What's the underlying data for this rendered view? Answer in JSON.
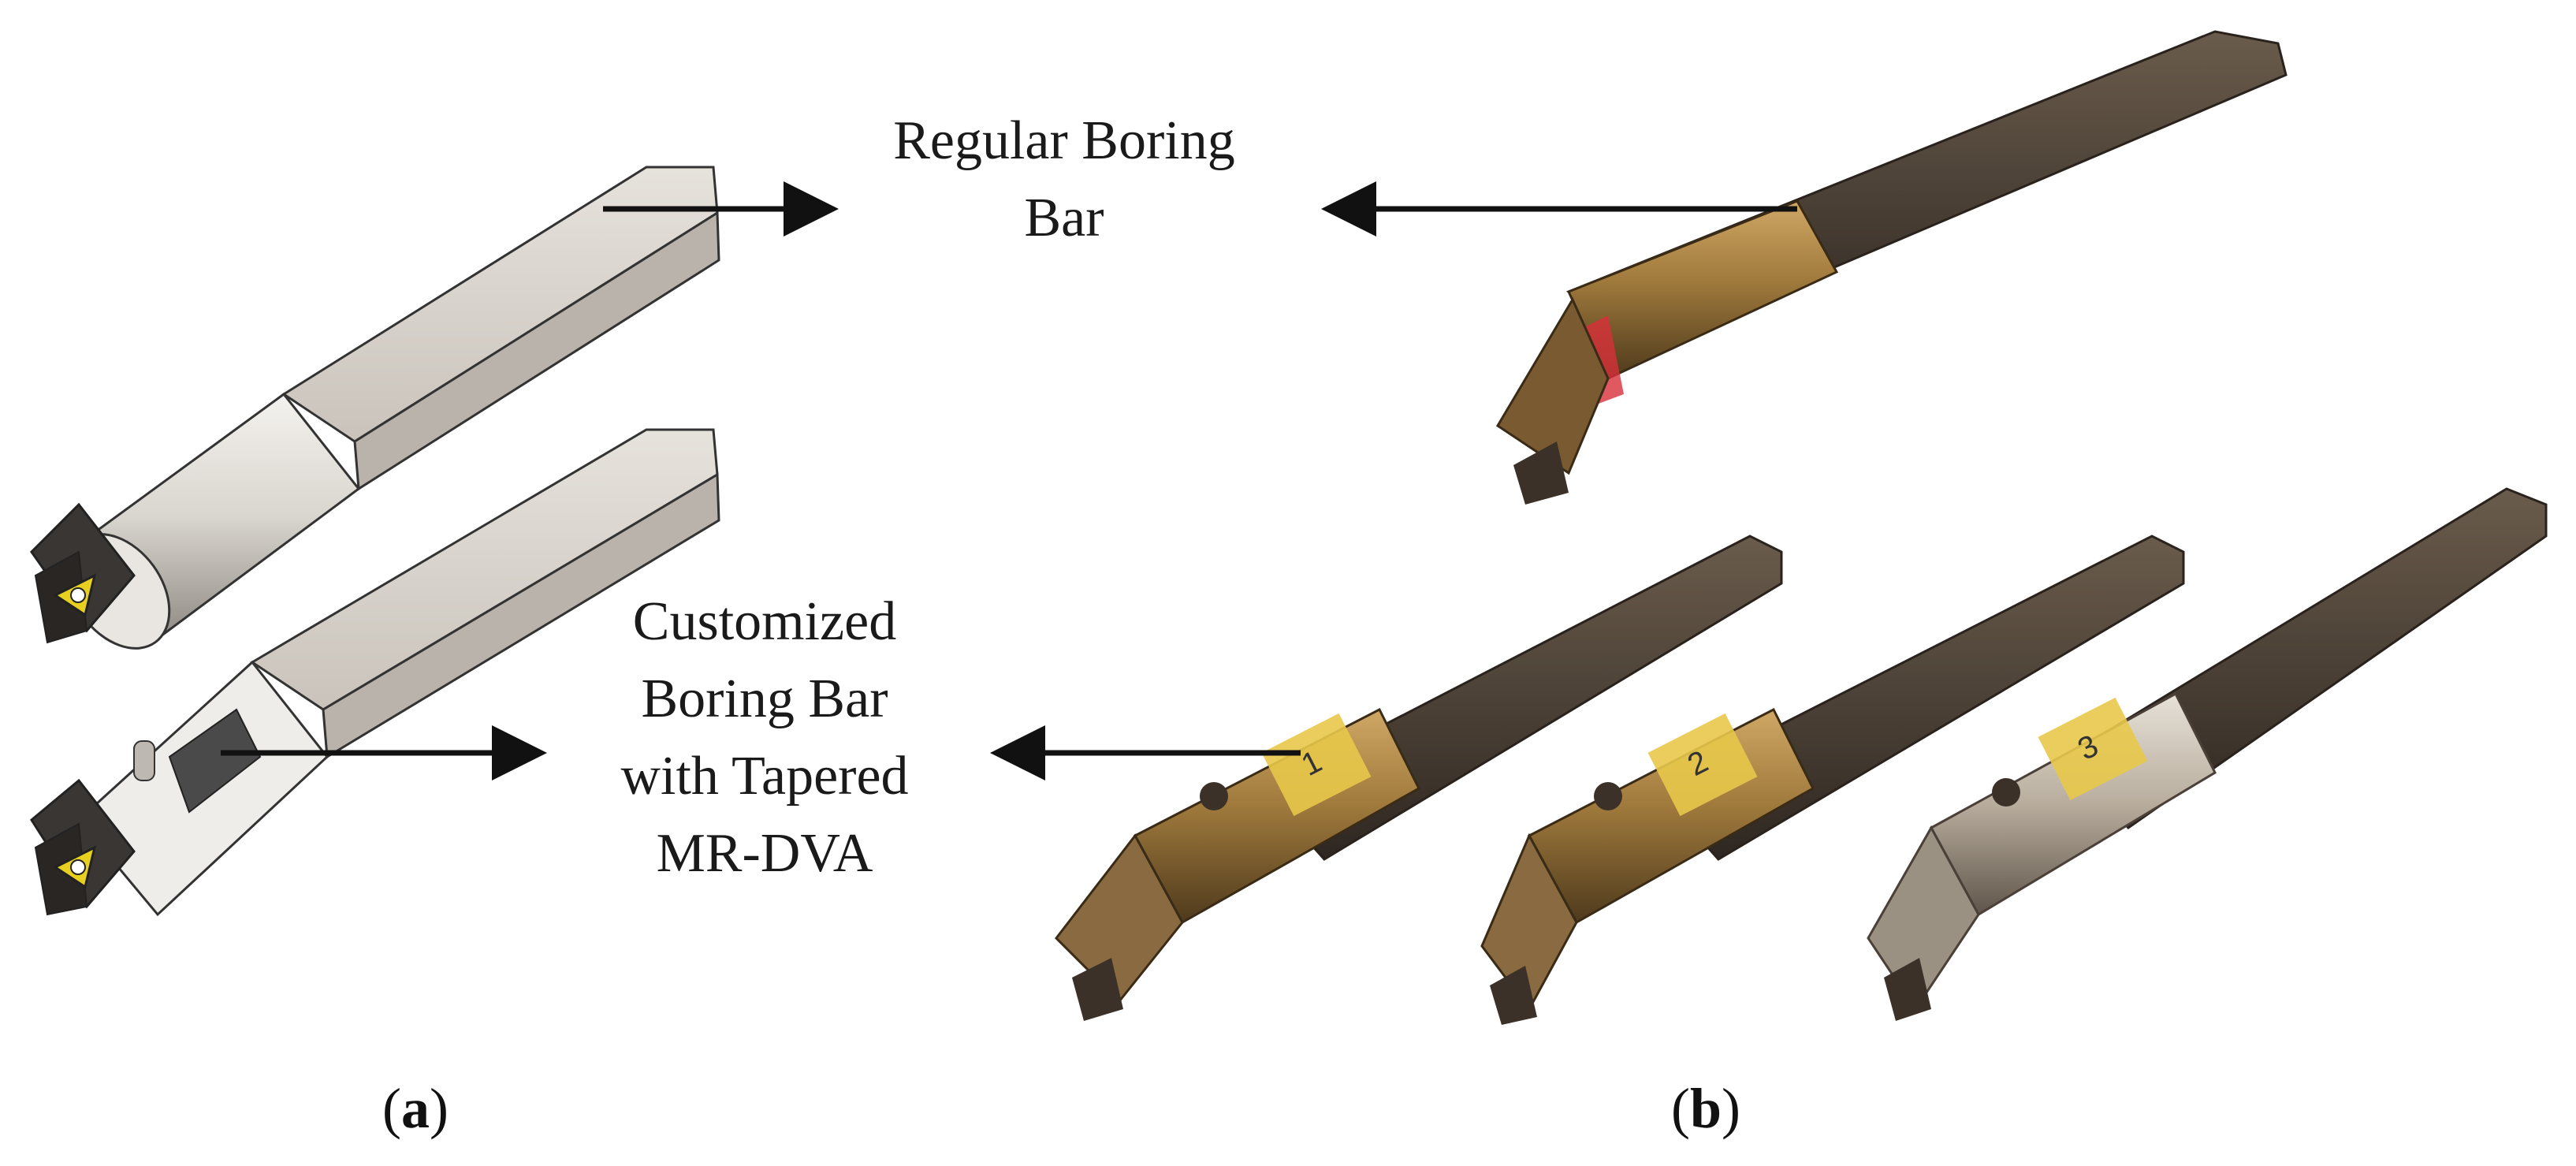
{
  "labels": {
    "regular": [
      "Regular Boring",
      "Bar"
    ],
    "customized": [
      "Customized",
      "Boring Bar",
      "with Tapered",
      "MR-DVA"
    ]
  },
  "panels": {
    "a": {
      "open": "(",
      "letter": "a",
      "close": ")"
    },
    "b": {
      "open": "(",
      "letter": "b",
      "close": ")"
    }
  },
  "photo_markings": [
    "1",
    "2",
    "3"
  ],
  "colors": {
    "arrow": "#111111",
    "cad_steel": "#cfcac3",
    "brass": "#a07a3c",
    "steel_dark": "#4a4038",
    "tape": "#e8c84a",
    "insert_yellow": "#e8d020",
    "red_mark": "#d8303a"
  }
}
